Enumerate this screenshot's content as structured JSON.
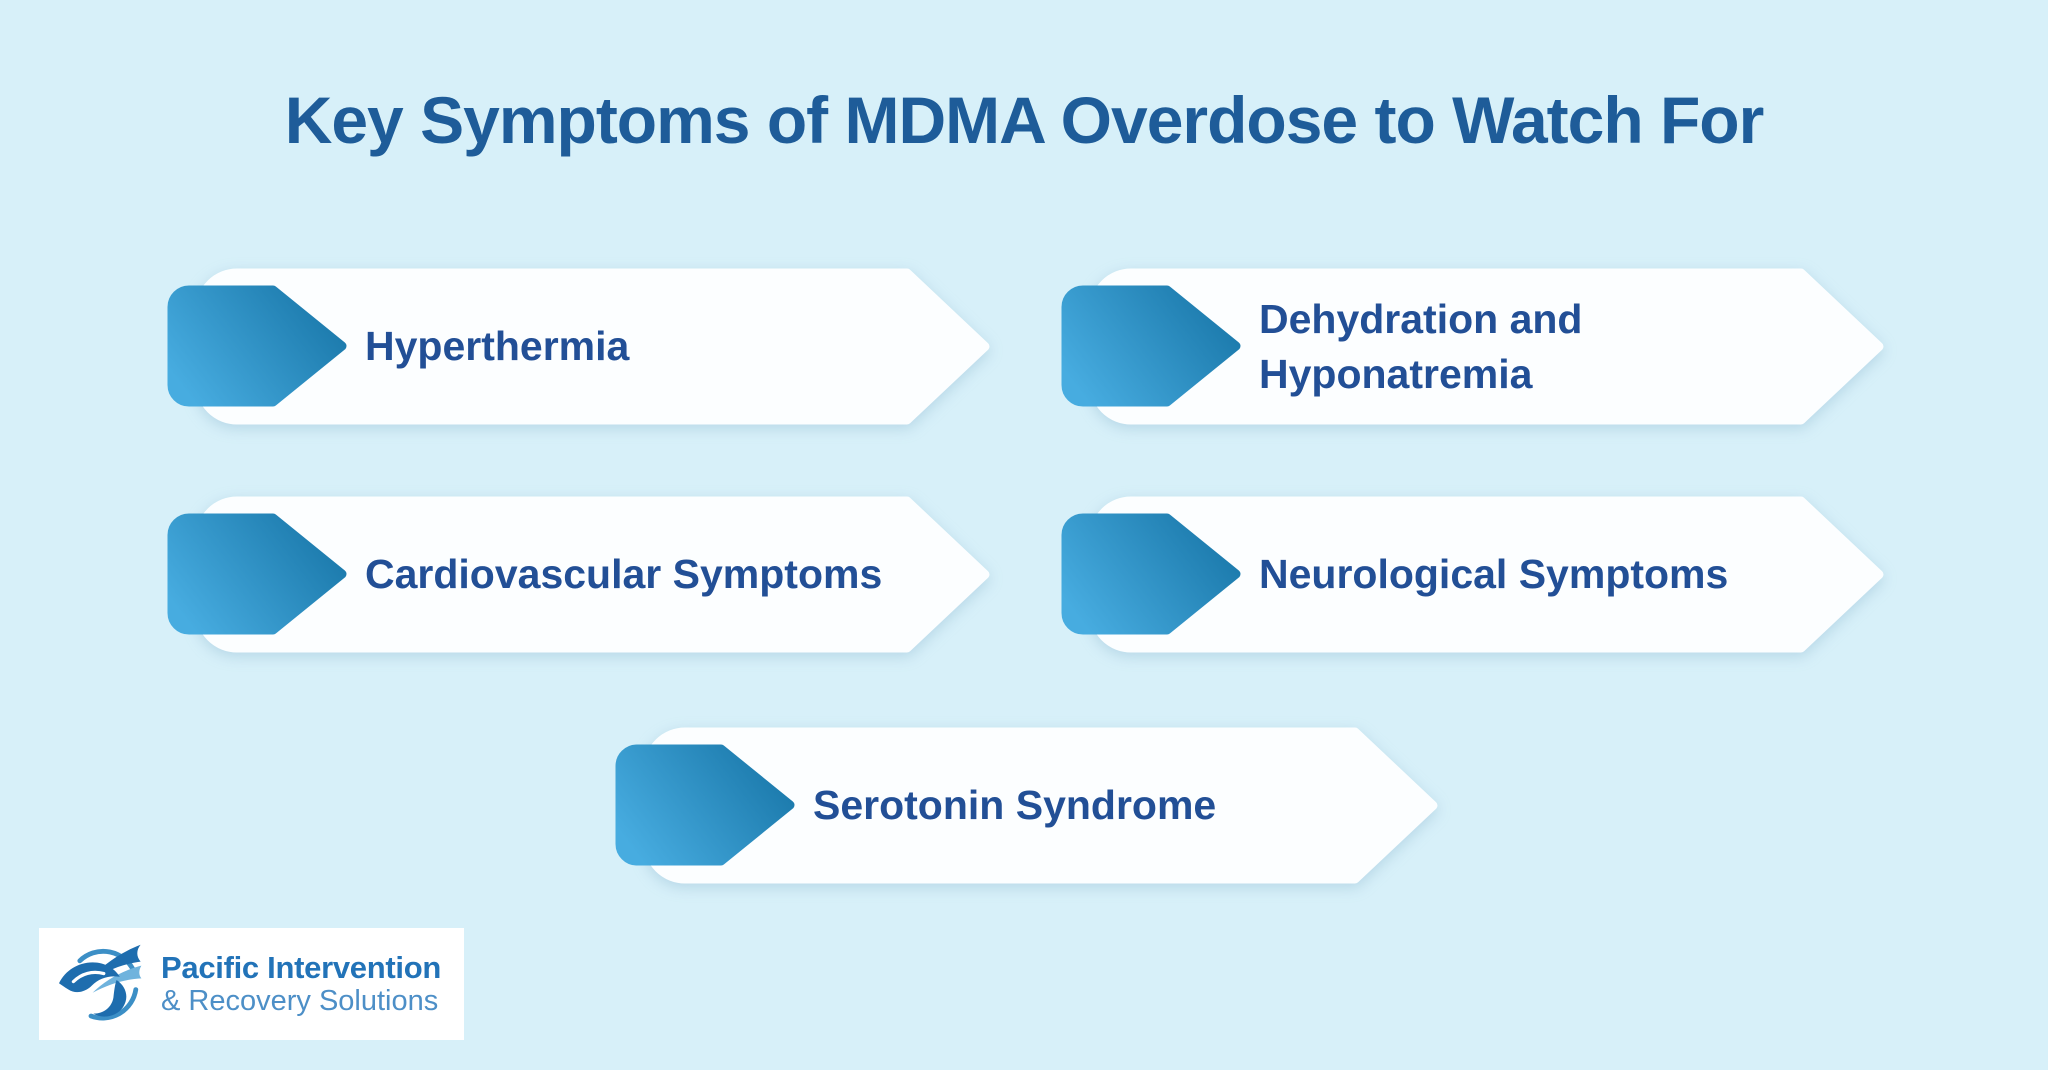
{
  "page": {
    "background_color": "#d7f0f9"
  },
  "title": {
    "text": "Key Symptoms of MDMA Overdose to Watch For",
    "color": "#1e5c99"
  },
  "symptoms": [
    {
      "label": "Hyperthermia"
    },
    {
      "label": "Dehydration and Hyponatremia"
    },
    {
      "label": "Cardiovascular Symptoms"
    },
    {
      "label": "Neurological Symptoms"
    },
    {
      "label": "Serotonin Syndrome"
    }
  ],
  "logo": {
    "line1": "Pacific Intervention",
    "line2": "& Recovery Solutions"
  },
  "colors": {
    "banner_fill": "#fcfeff",
    "arrow_gradient_start": "#47ace0",
    "arrow_gradient_end": "#1a78aa",
    "label_text": "#224f96",
    "logo_primary": "#2273b8",
    "logo_secondary": "#4d8fc7"
  }
}
